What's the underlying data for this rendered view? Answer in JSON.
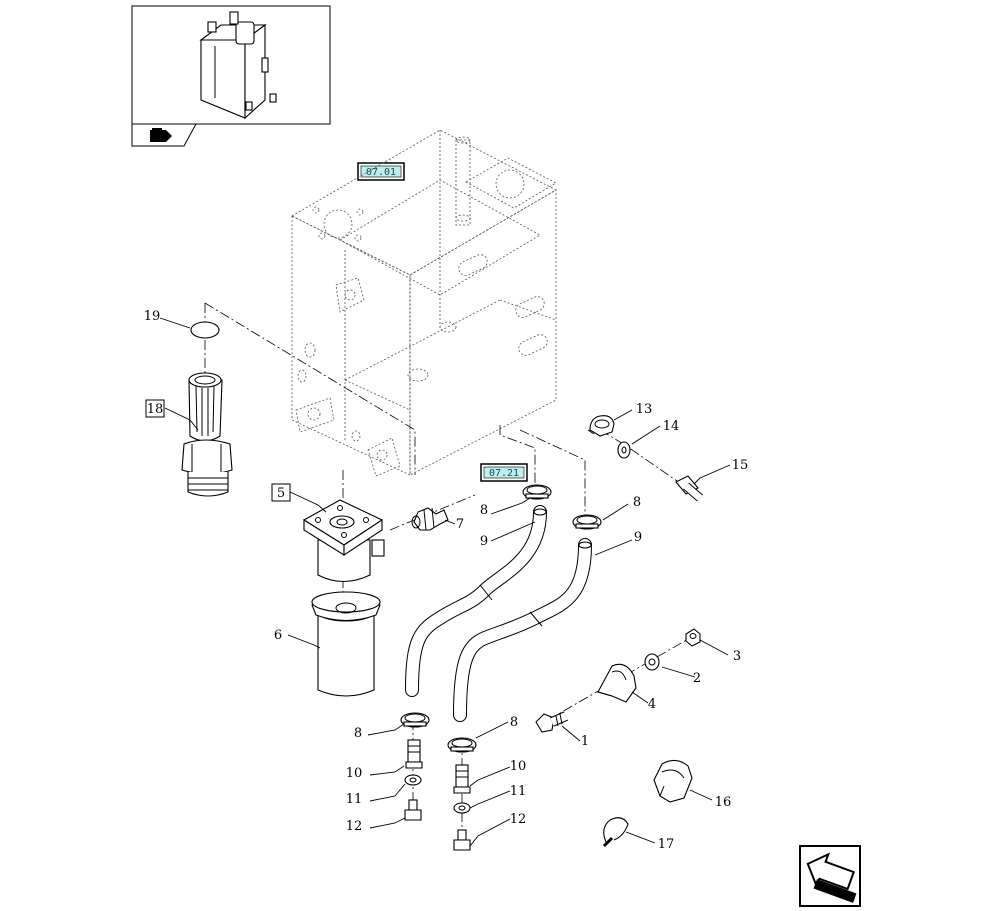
{
  "ref_tags": {
    "top": "07.01",
    "middle": "07.21"
  },
  "labels": {
    "p1": "1",
    "p2": "2",
    "p3": "3",
    "p4": "4",
    "p5": "5",
    "p6": "6",
    "p7": "7",
    "p8a": "8",
    "p8b": "8",
    "p8c": "8",
    "p8d": "8",
    "p9a": "9",
    "p9b": "9",
    "p10a": "10",
    "p10b": "10",
    "p11a": "11",
    "p11b": "11",
    "p12a": "12",
    "p12b": "12",
    "p13": "13",
    "p14": "14",
    "p15": "15",
    "p16": "16",
    "p17": "17",
    "p18": "18",
    "p19": "19"
  },
  "icons": {
    "thumbnail": "tank-assembly-thumbnail",
    "thumb_tab": "book-arrow-icon",
    "nav": "previous-page-arrow-icon"
  },
  "colors": {
    "ref_tag_fill": "#bfeeee",
    "line": "#000000"
  }
}
